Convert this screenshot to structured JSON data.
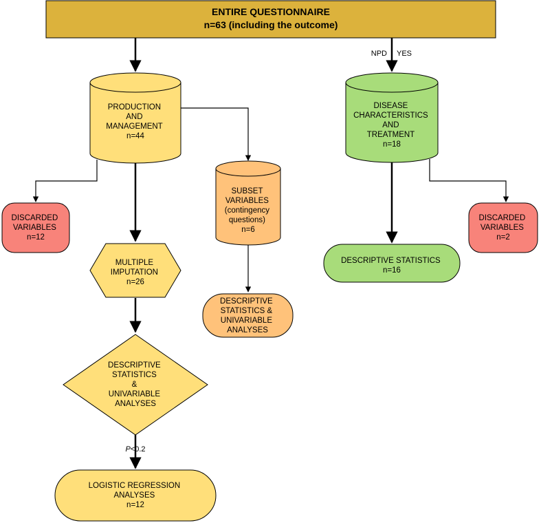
{
  "colors": {
    "header": "#DCB23C",
    "yellow": "#FFDF7A",
    "orange": "#FFC27A",
    "green": "#A8DC7A",
    "red": "#F8837A"
  },
  "header": {
    "line1": "ENTIRE QUESTIONNAIRE",
    "line2": "n=63 (including the outcome)"
  },
  "production": {
    "lines": [
      "PRODUCTION",
      "AND",
      "MANAGEMENT",
      "n=44"
    ]
  },
  "subset": {
    "lines": [
      "SUBSET",
      "VARIABLES",
      "(contingency",
      "questions)",
      "n=6"
    ]
  },
  "disease": {
    "lines": [
      "DISEASE",
      "CHARACTERISTICS",
      "AND",
      "TREATMENT",
      "n=18"
    ]
  },
  "discarded_left": {
    "lines": [
      "DISCARDED",
      "VARIABLES",
      "n=12"
    ]
  },
  "discarded_right": {
    "lines": [
      "DISCARDED",
      "VARIABLES",
      "n=2"
    ]
  },
  "imputation": {
    "lines": [
      "MULTIPLE",
      "IMPUTATION",
      "n=26"
    ]
  },
  "subset_stats": {
    "lines": [
      "DESCRIPTIVE",
      "STATISTICS &",
      "UNIVARIABLE",
      "ANALYSES"
    ]
  },
  "descriptive_right": {
    "lines": [
      "DESCRIPTIVE STATISTICS",
      "n=16"
    ]
  },
  "diamond": {
    "lines": [
      "DESCRIPTIVE",
      "STATISTICS",
      "&",
      "UNIVARIABLE",
      "ANALYSES"
    ]
  },
  "logistic": {
    "lines": [
      "LOGISTIC REGRESSION",
      "ANALYSES",
      "n=12"
    ]
  },
  "edge_labels": {
    "npd": "NPD",
    "yes": "YES",
    "p_italic": "P",
    "p_rest": "<0.2"
  }
}
